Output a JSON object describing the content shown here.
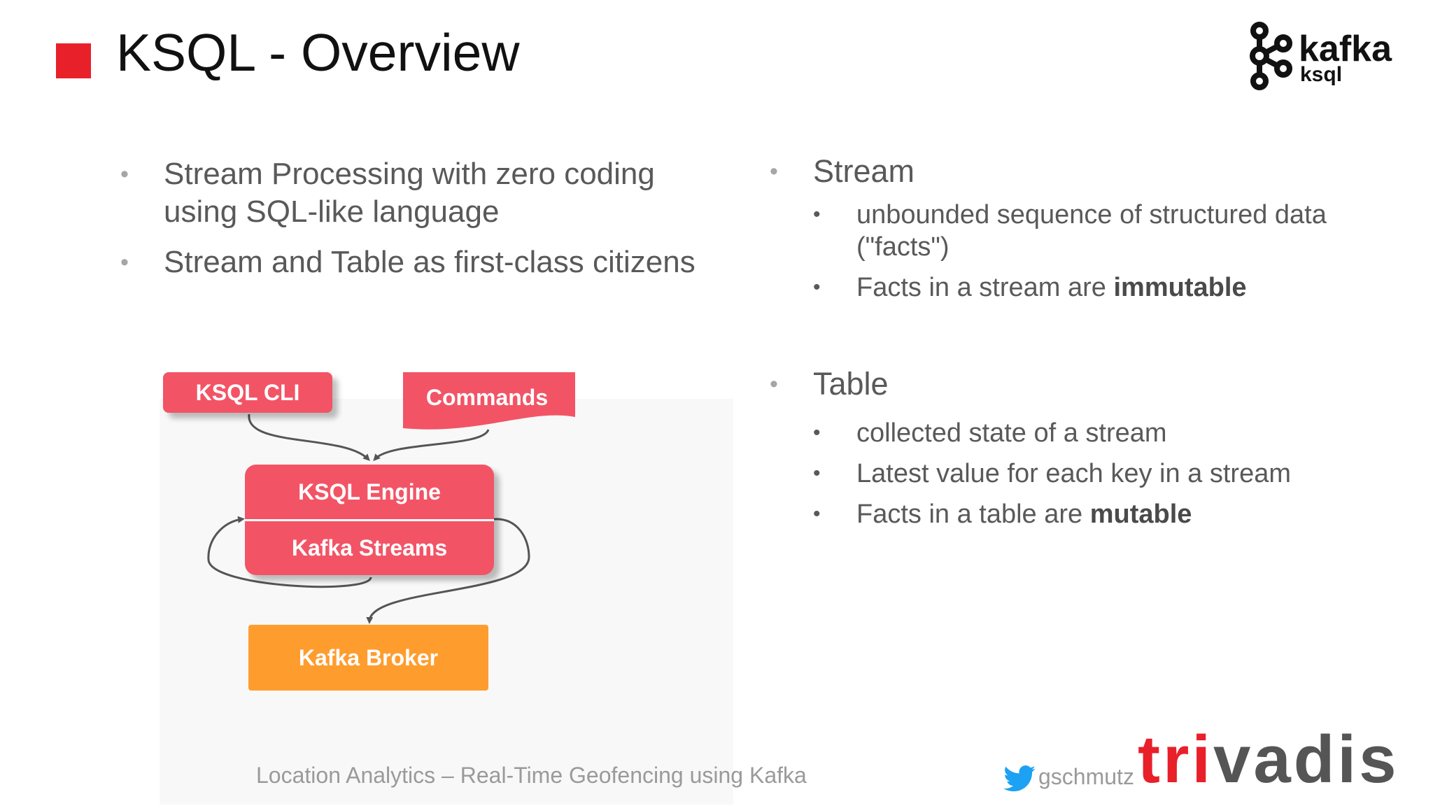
{
  "slide": {
    "title": "KSQL - Overview"
  },
  "logo": {
    "word": "kafka",
    "sub": "ksql"
  },
  "left_bullets": [
    {
      "text": "Stream Processing with zero coding using SQL-like language"
    },
    {
      "text": "Stream and Table as first-class citizens"
    }
  ],
  "bullet_glyph": "•",
  "stream": {
    "heading": "Stream",
    "items": [
      {
        "text": "unbounded sequence of structured data (\"facts\")",
        "bold": ""
      },
      {
        "text": "Facts in a stream are ",
        "bold": "immutable"
      }
    ]
  },
  "table": {
    "heading": "Table",
    "items": [
      {
        "text": "collected state of a stream",
        "bold": ""
      },
      {
        "text": "Latest value for each key in a stream",
        "bold": ""
      },
      {
        "text": "Facts in a table are ",
        "bold": "mutable"
      }
    ]
  },
  "diagram": {
    "ksql_cli": "KSQL CLI",
    "commands": "Commands",
    "ksql_engine": "KSQL Engine",
    "kafka_streams": "Kafka Streams",
    "kafka_broker": "Kafka Broker",
    "colors": {
      "red": "#f25466",
      "orange": "#ff9c2e"
    }
  },
  "footer": {
    "text": "Location Analytics – Real-Time Geofencing using Kafka",
    "twitter": "gschmutz",
    "brand_prefix": "tri",
    "brand_suffix": "vadis"
  },
  "colors": {
    "accent": "#e8202a",
    "twitter": "#1da1f2"
  }
}
